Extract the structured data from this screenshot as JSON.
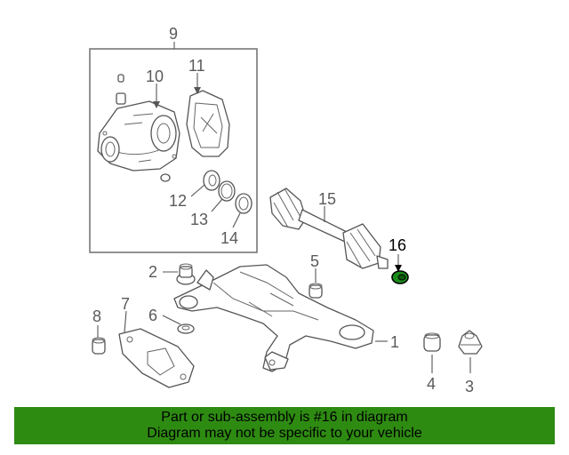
{
  "diagram": {
    "callouts": {
      "c1": "1",
      "c2": "2",
      "c3": "3",
      "c4": "4",
      "c5": "5",
      "c6": "6",
      "c7": "7",
      "c8": "8",
      "c9": "9",
      "c10": "10",
      "c11": "11",
      "c12": "12",
      "c13": "13",
      "c14": "14",
      "c15": "15",
      "c16": "16"
    },
    "highlight_part": "16",
    "colors": {
      "highlight_part": "#1a8c1a",
      "banner": "#2e8b12",
      "line": "#555555"
    }
  },
  "banner": {
    "line1": "Part or sub-assembly is #16 in diagram",
    "line2": "Diagram may not be specific to your vehicle"
  }
}
